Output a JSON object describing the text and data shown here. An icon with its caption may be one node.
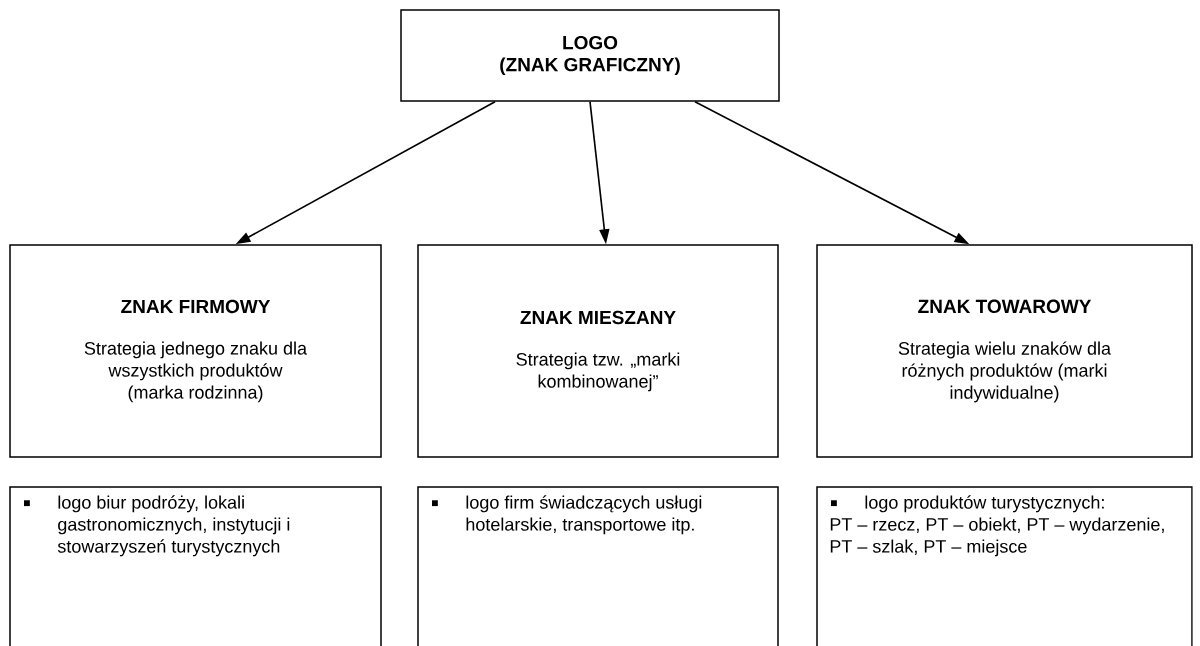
{
  "diagram": {
    "nodes": [
      {
        "text": [
          "LOGO",
          "(ZNAK GRAFICZNY)"
        ]
      },
      {
        "text": [
          "ZNAK FIRMOWY",
          "Strategia jednego znaku dla wszystkich produktów (marka rodzinna)"
        ]
      },
      {
        "text": [
          "ZNAK MIESZANY",
          "Strategia tzw. „marki kombinowanej”"
        ]
      },
      {
        "text": [
          "ZNAK TOWAROWY",
          "Strategia wielu znaków dla różnych produktów (marki indywidualne)"
        ]
      },
      {
        "text": [
          "logo biur podróży, lokali gastronomicznych, instytucji i stowarzyszeń turystycznych"
        ]
      },
      {
        "text": [
          "logo firm świadczących usługi hotelarskie, transportowe itp."
        ]
      },
      {
        "text": [
          "logo produktów turystycznych:",
          "PT – rzecz, PT – obiekt, PT – wydarzenie, PT – szlak, PT – miejsce"
        ]
      }
    ],
    "edges": [
      {
        "from": 0,
        "to": 1,
        "arrow": "to"
      },
      {
        "from": 0,
        "to": 2,
        "arrow": "to"
      },
      {
        "from": 0,
        "to": 3,
        "arrow": "to"
      }
    ]
  }
}
